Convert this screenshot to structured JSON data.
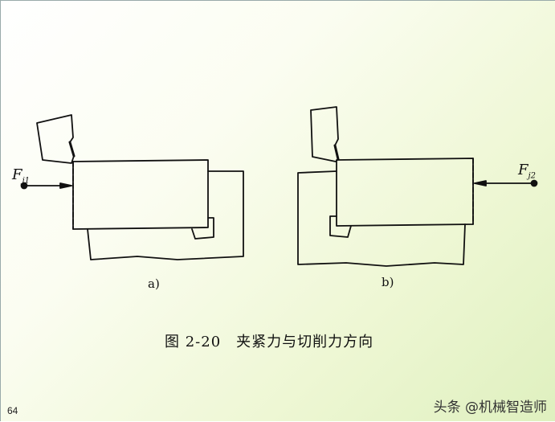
{
  "labels": {
    "force_left": "F",
    "force_left_sub": "j1",
    "force_right": "F",
    "force_right_sub": "j2",
    "sub_a": "a)",
    "sub_b": "b)"
  },
  "caption": "图 2-20　夹紧力与切削力方向",
  "page_number": "64",
  "watermark": "头条 @机械智造师",
  "colors": {
    "line": "#111111",
    "background": "#eef7d4"
  }
}
